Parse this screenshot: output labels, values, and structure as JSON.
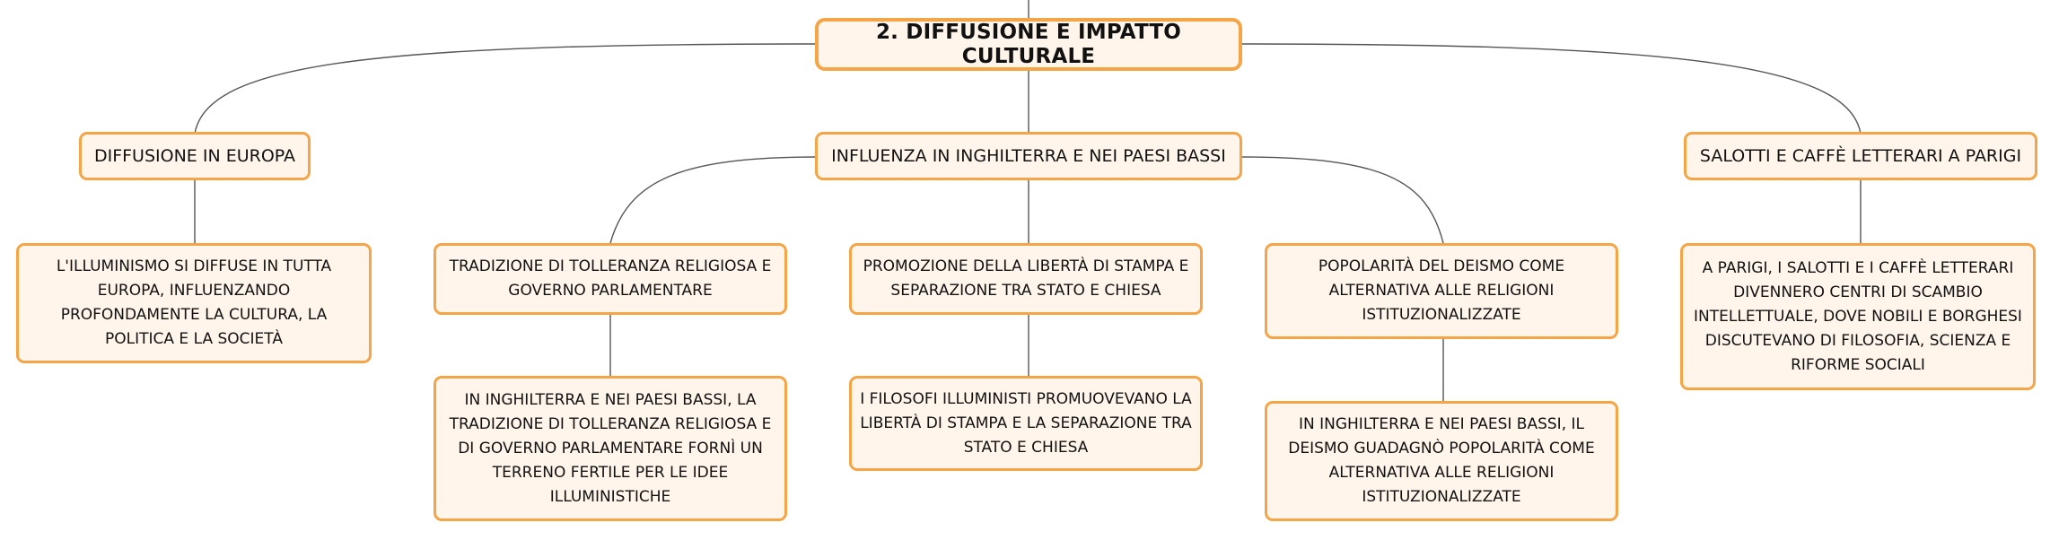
{
  "root": {
    "label": "2. DIFFUSIONE E IMPATTO CULTURALE"
  },
  "branches": [
    {
      "label": "DIFFUSIONE IN EUROPA",
      "children": [
        {
          "label": "L'ILLUMINISMO SI DIFFUSE IN TUTTA EUROPA, INFLUENZANDO PROFONDAMENTE LA CULTURA, LA POLITICA E LA SOCIETÀ"
        }
      ]
    },
    {
      "label": "INFLUENZA IN INGHILTERRA E NEI PAESI BASSI",
      "children": [
        {
          "label": "TRADIZIONE DI TOLLERANZA RELIGIOSA E GOVERNO PARLAMENTARE",
          "detail": "IN INGHILTERRA E NEI PAESI BASSI, LA TRADIZIONE DI TOLLERANZA RELIGIOSA E DI GOVERNO PARLAMENTARE FORNÌ UN TERRENO FERTILE PER LE IDEE ILLUMINISTICHE"
        },
        {
          "label": "PROMOZIONE DELLA LIBERTÀ DI STAMPA E SEPARAZIONE TRA STATO E CHIESA",
          "detail": "I FILOSOFI ILLUMINISTI PROMUOVEVANO LA LIBERTÀ DI STAMPA E LA SEPARAZIONE TRA STATO E CHIESA"
        },
        {
          "label": "POPOLARITÀ DEL DEISMO COME ALTERNATIVA ALLE RELIGIONI ISTITUZIONALIZZATE",
          "detail": "IN INGHILTERRA E NEI PAESI BASSI, IL DEISMO GUADAGNÒ POPOLARITÀ COME ALTERNATIVA ALLE RELIGIONI ISTITUZIONALIZZATE"
        }
      ]
    },
    {
      "label": "SALOTTI E CAFFÈ LETTERARI A PARIGI",
      "children": [
        {
          "label": "A PARIGI, I SALOTTI E I CAFFÈ LETTERARI DIVENNERO CENTRI DI SCAMBIO INTELLETTUALE, DOVE NOBILI E BORGHESI DISCUTEVANO DI FILOSOFIA, SCIENZA E RIFORME SOCIALI"
        }
      ]
    }
  ],
  "colors": {
    "node_border": "#f5a446",
    "node_fill": "#fff5ea",
    "connector": "#555555",
    "text": "#111111"
  }
}
